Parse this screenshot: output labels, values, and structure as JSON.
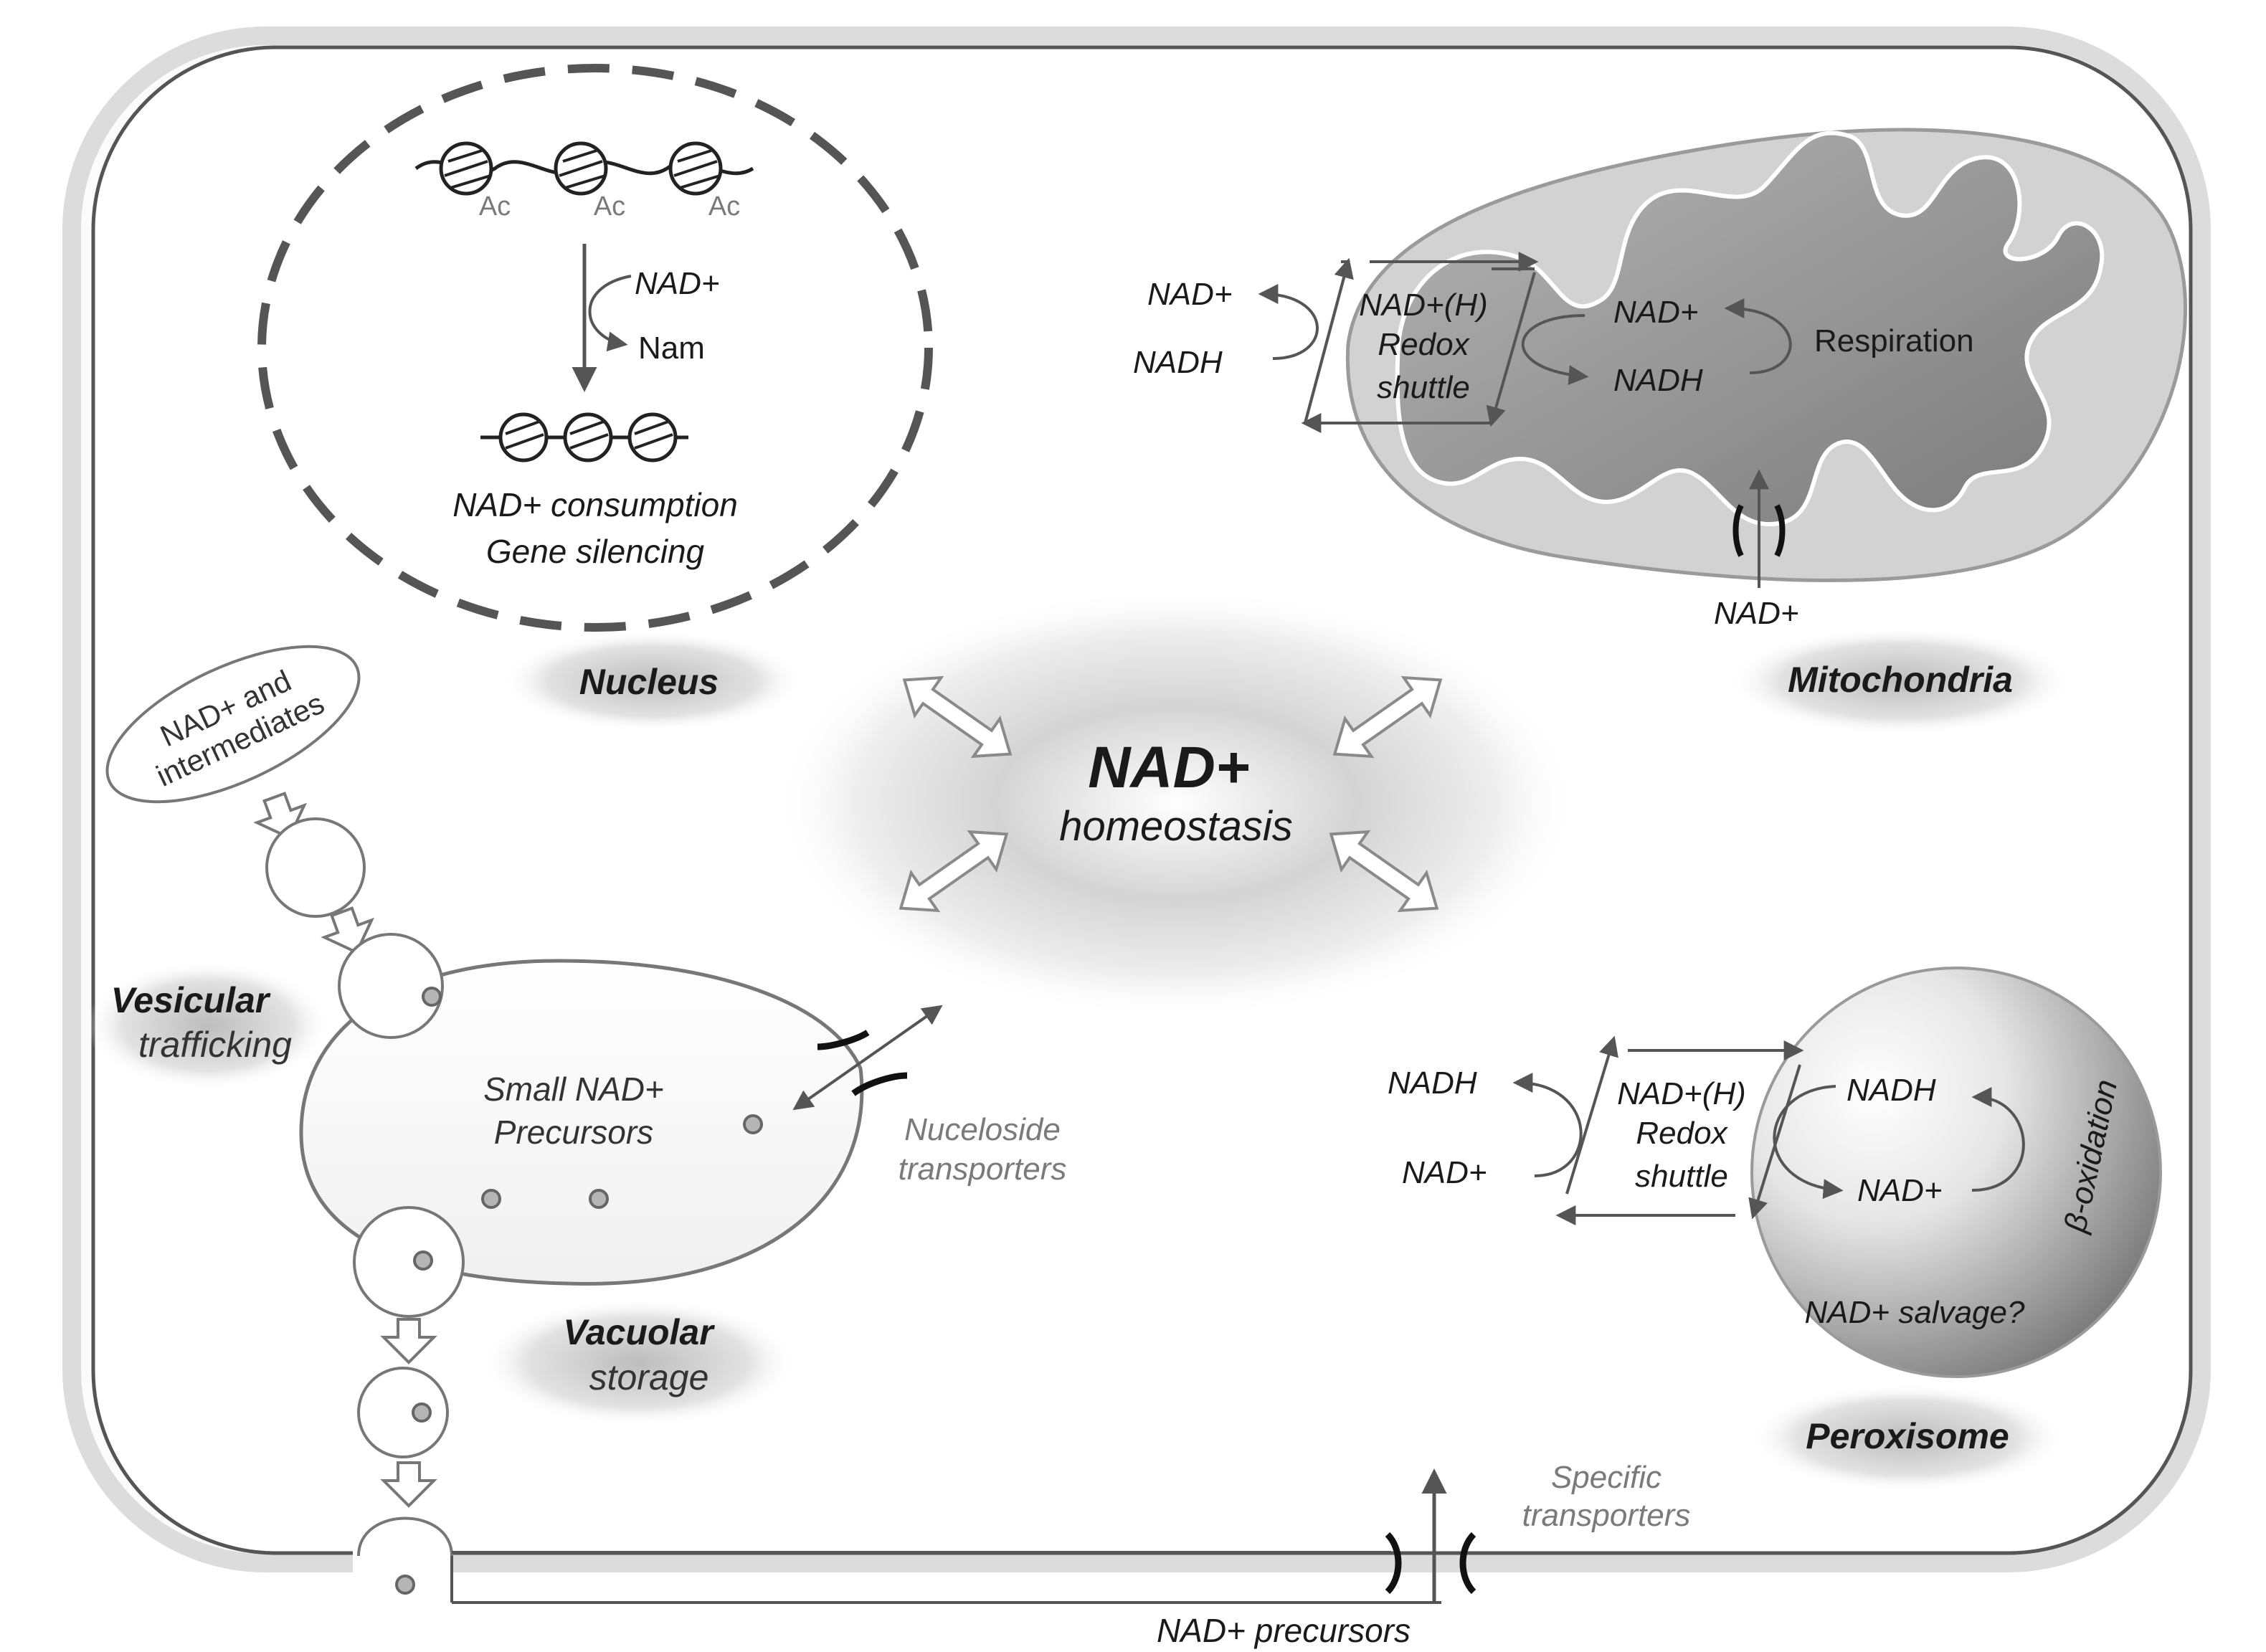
{
  "center": {
    "title": "NAD+",
    "subtitle": "homeostasis"
  },
  "nucleus": {
    "label": "Nucleus",
    "ac_labels": [
      "Ac",
      "Ac",
      "Ac"
    ],
    "reaction_in": "NAD+",
    "reaction_out": "Nam",
    "caption_line1": "NAD+ consumption",
    "caption_line2": "Gene silencing"
  },
  "mitochondria": {
    "label": "Mitochondria",
    "outer_nad": "NAD+",
    "outer_nadh": "NADH",
    "shuttle_line1": "NAD+(H)",
    "shuttle_line2": "Redox",
    "shuttle_line3": "shuttle",
    "inner_nad": "NAD+",
    "inner_nadh": "NADH",
    "process": "Respiration",
    "import": "NAD+"
  },
  "vesicular": {
    "label_line1": "Vesicular",
    "label_line2": "trafficking",
    "bubble_line1": "NAD+ and",
    "bubble_line2": "intermediates"
  },
  "vacuole": {
    "content_line1": "Small NAD+",
    "content_line2": "Precursors",
    "transporter_line1": "Nuceloside",
    "transporter_line2": "transporters",
    "label_line1": "Vacuolar",
    "label_line2": "storage"
  },
  "peroxisome": {
    "label": "Peroxisome",
    "outer_nadh": "NADH",
    "outer_nad": "NAD+",
    "shuttle_line1": "NAD+(H)",
    "shuttle_line2": "Redox",
    "shuttle_line3": "shuttle",
    "inner_nadh": "NADH",
    "inner_nad": "NAD+",
    "process": "β-oxidation",
    "salvage": "NAD+ salvage?"
  },
  "membrane": {
    "transporter_line1": "Specific",
    "transporter_line2": "transporters",
    "precursors": "NAD+ precursors"
  }
}
